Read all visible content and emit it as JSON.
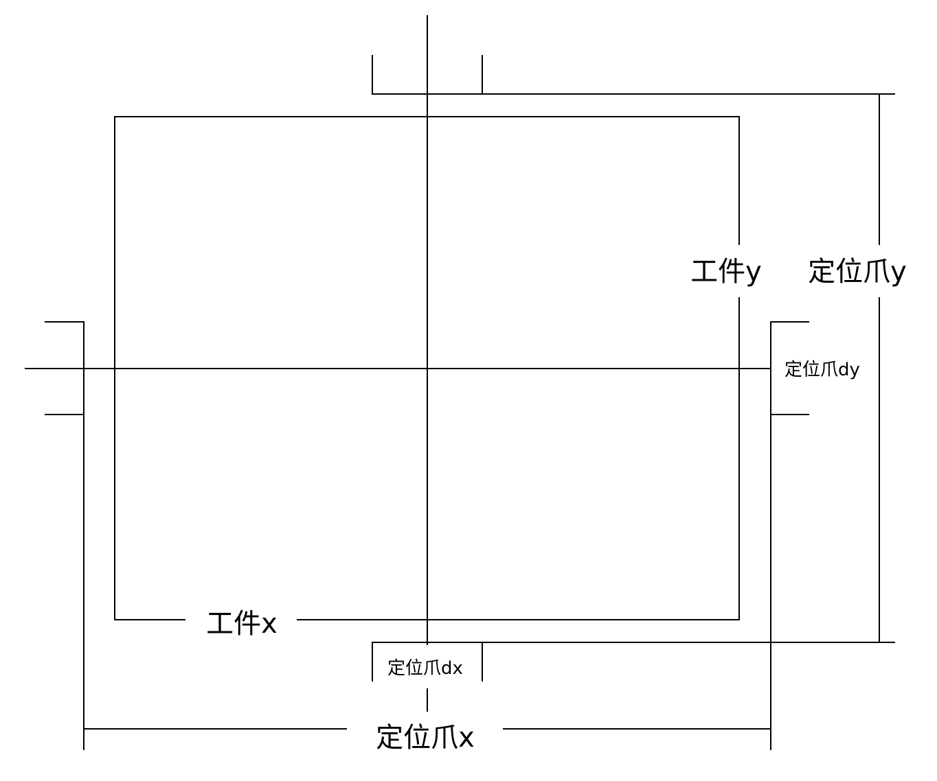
{
  "labels": {
    "workpiece_x": "工件x",
    "workpiece_y": "工件y",
    "jaw_x": "定位爪x",
    "jaw_y": "定位爪y",
    "jaw_dx": "定位爪dx",
    "jaw_dy": "定位爪dy"
  },
  "colors": {
    "line": "#000000",
    "background": "#ffffff"
  }
}
